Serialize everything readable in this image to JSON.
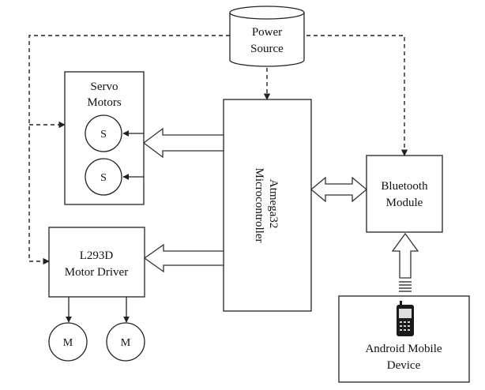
{
  "power_source": {
    "line1": "Power",
    "line2": "Source"
  },
  "servo_motors": {
    "line1": "Servo",
    "line2": "Motors",
    "unit_label": "S"
  },
  "microcontroller": {
    "line1": "Atmega32",
    "line2": "Microcontroller"
  },
  "bluetooth_module": {
    "line1": "Bluetooth",
    "line2": "Module"
  },
  "motor_driver": {
    "line1": "L293D",
    "line2": "Motor Driver"
  },
  "dc_motor": {
    "unit_label": "M"
  },
  "android_device": {
    "line1": "Android Mobile",
    "line2": "Device"
  },
  "colors": {
    "stroke": "#222222",
    "fill": "#ffffff",
    "phone": "#1a1a1a"
  }
}
